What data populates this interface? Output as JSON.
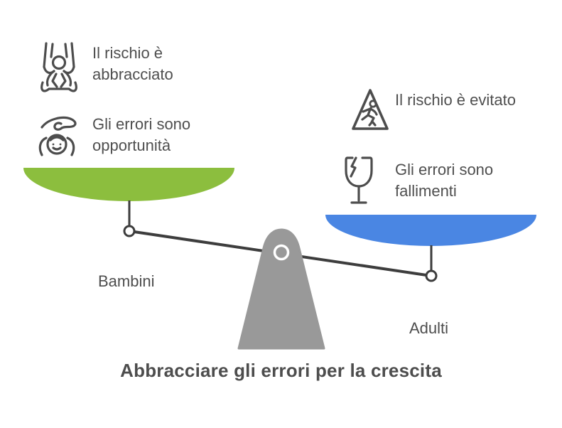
{
  "title": "Abbracciare gli errori per la crescita",
  "left_side": {
    "label": "Bambini",
    "pan_color": "#8cbe3e",
    "items": [
      {
        "icon": "child-on-swing-icon",
        "text": "Il rischio è abbracciato"
      },
      {
        "icon": "hand-caring-child-icon",
        "text": "Gli errori sono opportunità"
      }
    ]
  },
  "right_side": {
    "label": "Adulti",
    "pan_color": "#4a86e3",
    "items": [
      {
        "icon": "slip-warning-triangle-icon",
        "text": "Il rischio è evitato"
      },
      {
        "icon": "broken-glass-icon",
        "text": "Gli errori sono fallimenti"
      }
    ]
  },
  "scale": {
    "pedestal_color": "#999999",
    "line_color": "#3d3d3d",
    "icon_stroke_color": "#4d4d4d",
    "pivot_ring_color": "#ffffff"
  }
}
